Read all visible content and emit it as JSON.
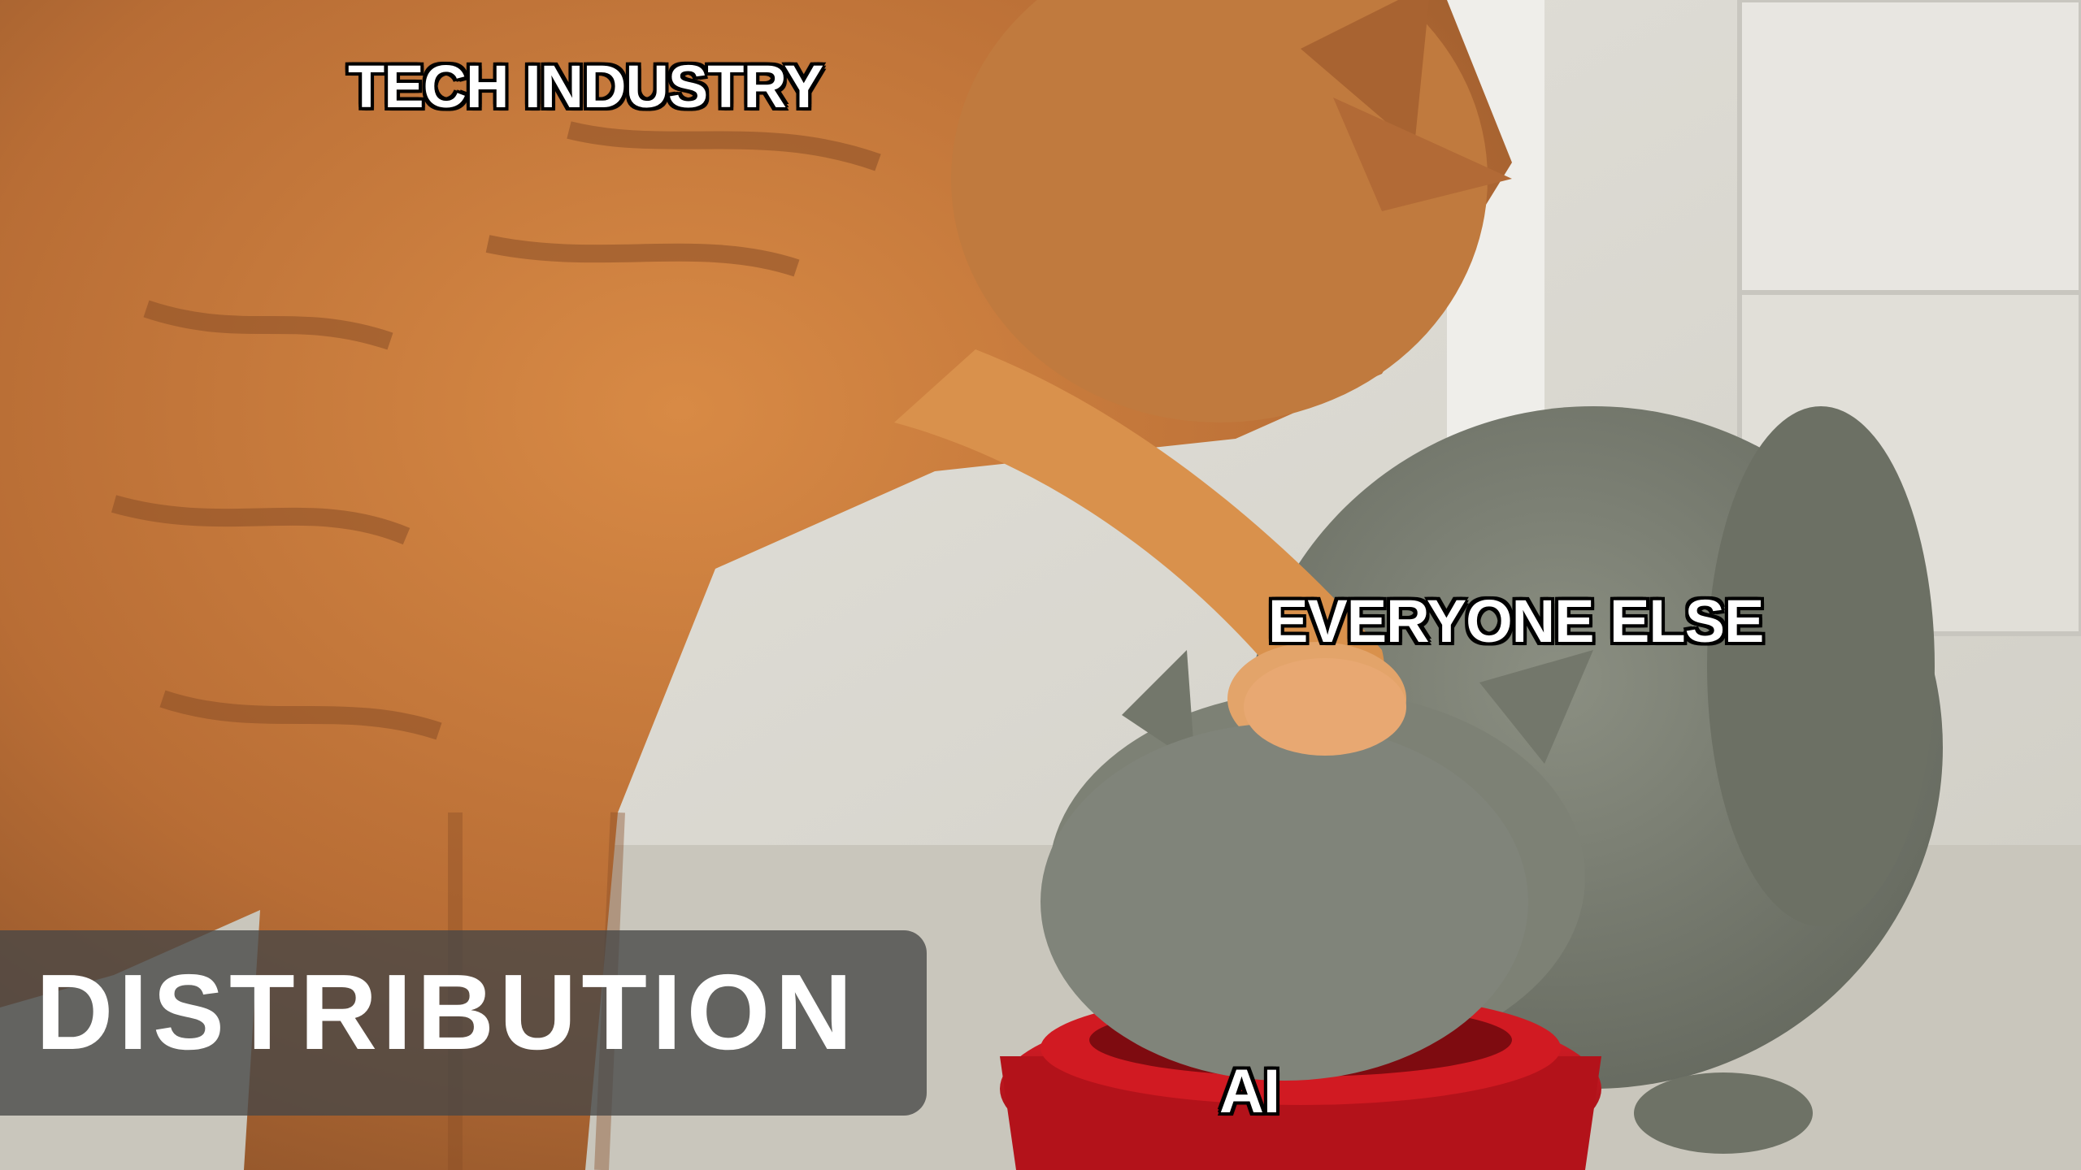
{
  "labels": {
    "tech": "TECH INDUSTRY",
    "everyone": "EVERYONE ELSE",
    "ai": "AI"
  },
  "banner": {
    "text": "DISTRIBUTION"
  },
  "colors": {
    "orange_cat": "#c8783a",
    "gray_cat": "#7e8275",
    "bowl": "#c0141c",
    "wall": "#dedbd3"
  }
}
